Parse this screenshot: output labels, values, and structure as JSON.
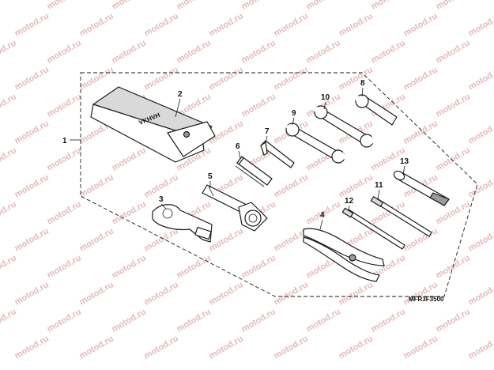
{
  "watermark": {
    "text": "motod.ru"
  },
  "bag_label": "VKHVH",
  "callouts": [
    "1",
    "2",
    "3",
    "4",
    "5",
    "6",
    "7",
    "8",
    "9",
    "10",
    "11",
    "12",
    "13"
  ],
  "part_code": "MFR3F3500"
}
